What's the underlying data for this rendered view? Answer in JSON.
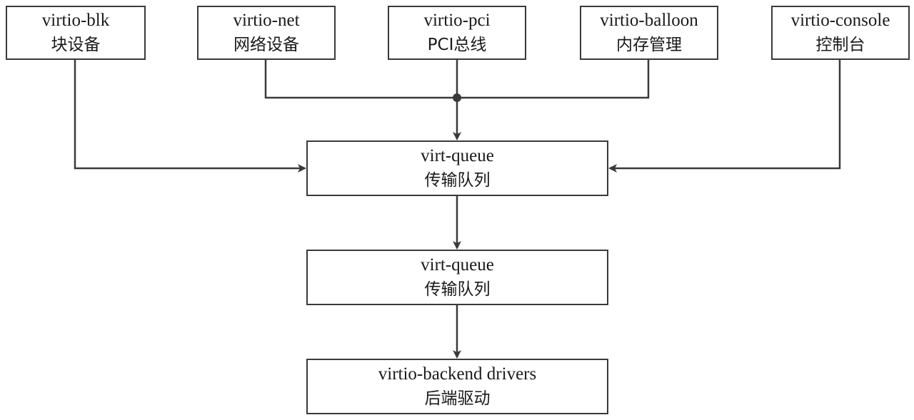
{
  "nodes": {
    "blk": {
      "line1": "virtio-blk",
      "line2": "块设备"
    },
    "net": {
      "line1": "virtio-net",
      "line2": "网络设备"
    },
    "pci": {
      "line1": "virtio-pci",
      "line2": "PCI总线"
    },
    "balloon": {
      "line1": "virtio-balloon",
      "line2": "内存管理"
    },
    "console": {
      "line1": "virtio-console",
      "line2": "控制台"
    },
    "queue1": {
      "line1": "virt-queue",
      "line2": "传输队列"
    },
    "queue2": {
      "line1": "virt-queue",
      "line2": "传输队列"
    },
    "backend": {
      "line1": "virtio-backend drivers",
      "line2": "后端驱动"
    }
  },
  "edges": [
    {
      "from": "blk",
      "to": "queue1"
    },
    {
      "from": "net",
      "to": "queue1"
    },
    {
      "from": "pci",
      "to": "queue1"
    },
    {
      "from": "balloon",
      "to": "queue1"
    },
    {
      "from": "console",
      "to": "queue1"
    },
    {
      "from": "queue1",
      "to": "queue2"
    },
    {
      "from": "queue2",
      "to": "backend"
    }
  ],
  "colors": {
    "line": "#3a3a3a",
    "text": "#1a1a1a",
    "background": "#ffffff"
  }
}
